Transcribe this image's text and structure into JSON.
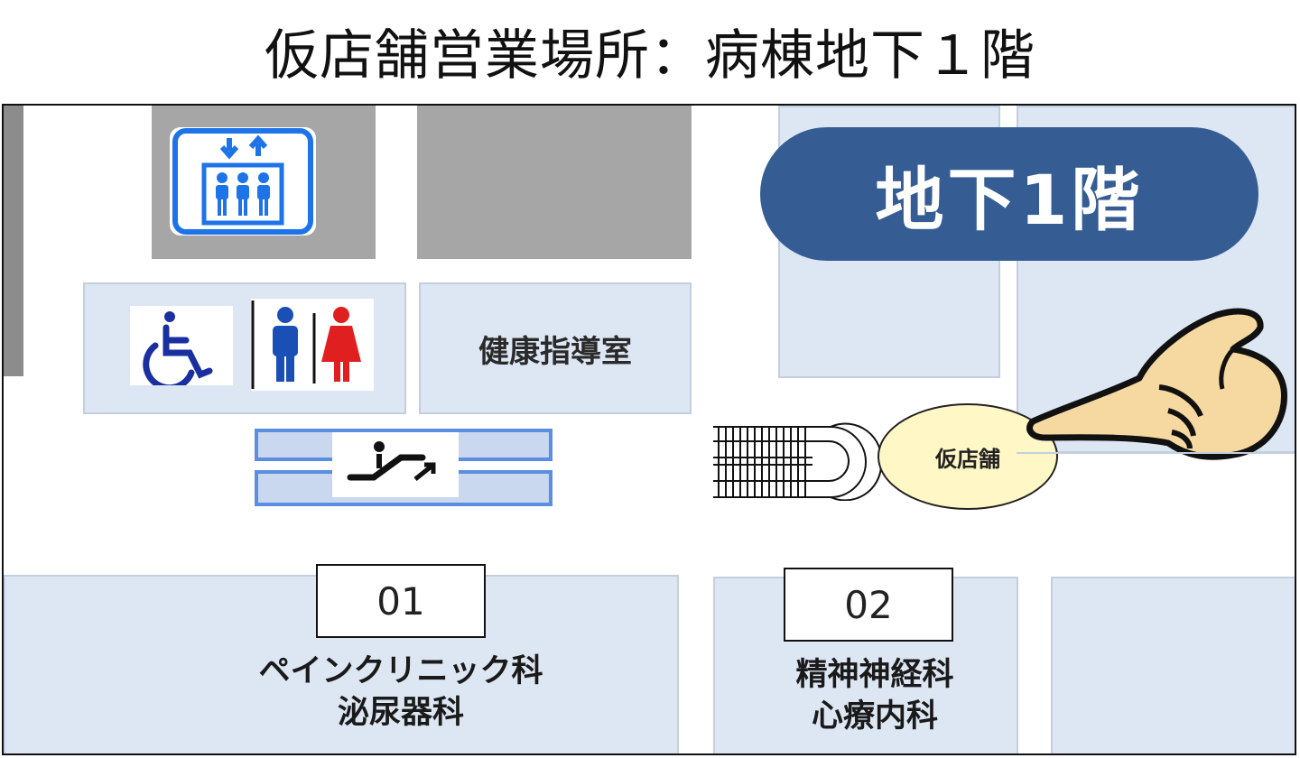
{
  "title": "仮店舗営業場所：病棟地下１階",
  "floor_badge": "地下1階",
  "rooms": {
    "health_guidance": "健康指導室"
  },
  "temp_shop": "仮店舗",
  "departments": [
    {
      "number": "01",
      "line1": "ペインクリニック科",
      "line2": "泌尿器科"
    },
    {
      "number": "02",
      "line1": "精神神経科",
      "line2": "心療内科"
    }
  ],
  "icons": {
    "elevator": "elevator-icon",
    "accessible_toilet": "wheelchair-icon",
    "restroom": "restroom-icon",
    "escalator": "escalator-icon",
    "stairs": "stairs-icon",
    "pointer": "pointing-hand-icon"
  },
  "colors": {
    "pill": "#355d94",
    "room": "#dde6f3",
    "shaft": "#a6a6a6",
    "shop": "#fff7c6",
    "icon_blue": "#1e73e8",
    "male": "#1a4fb5",
    "female": "#e02020"
  }
}
